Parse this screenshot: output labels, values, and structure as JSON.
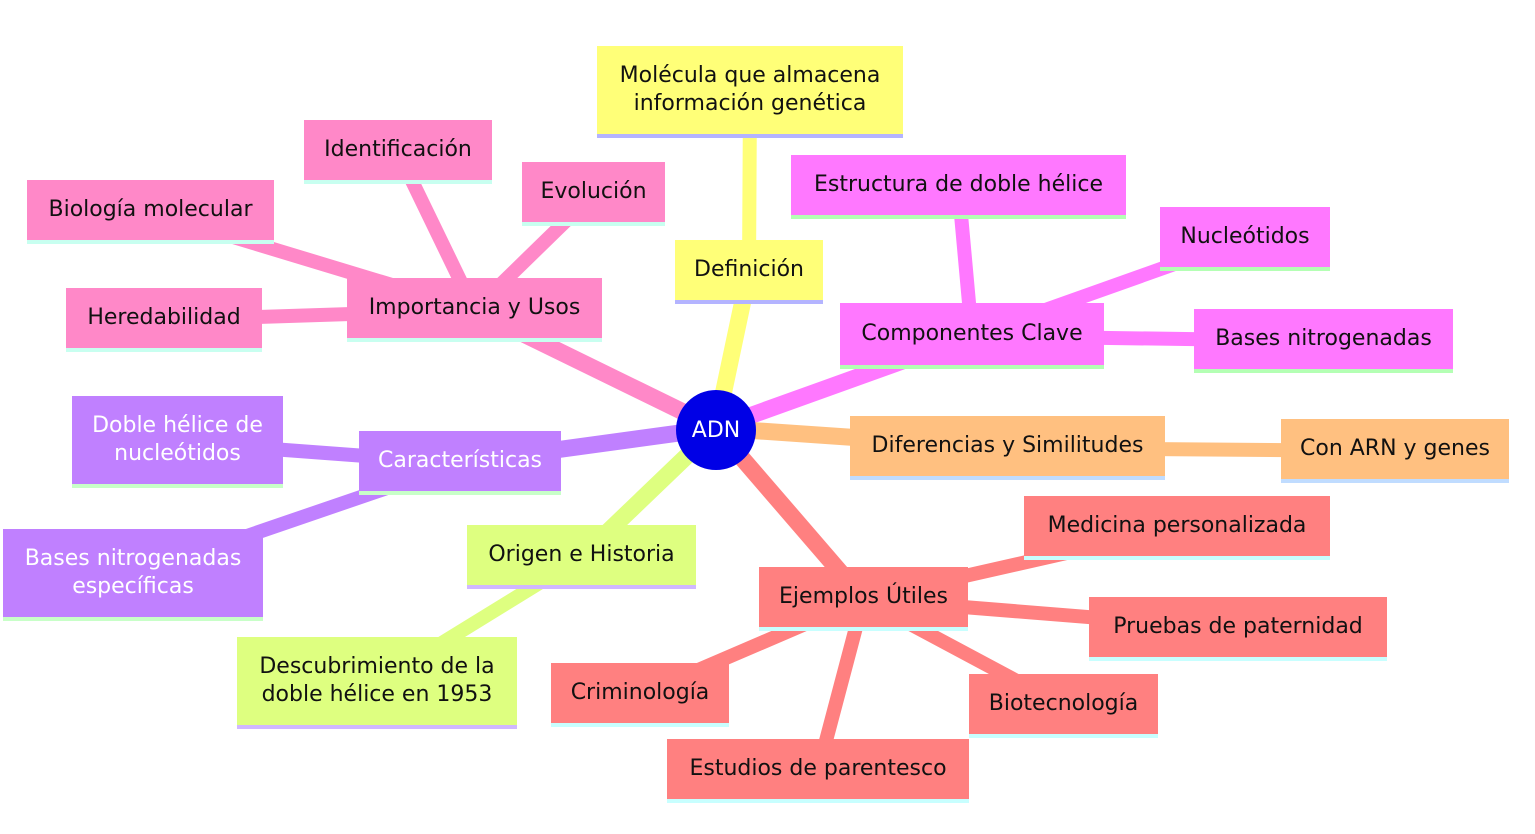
{
  "root": {
    "label": "ADN"
  },
  "nodes": [
    {
      "id": "definicion",
      "label": "Definición",
      "branch": "yellow"
    },
    {
      "id": "definicion-texto",
      "label": "Molécula que almacena\ninformación genética",
      "branch": "yellow"
    },
    {
      "id": "componentes",
      "label": "Componentes Clave",
      "branch": "magenta"
    },
    {
      "id": "estructura",
      "label": "Estructura de doble hélice",
      "branch": "magenta"
    },
    {
      "id": "nucleotidos",
      "label": "Nucleótidos",
      "branch": "magenta"
    },
    {
      "id": "bases",
      "label": "Bases nitrogenadas",
      "branch": "magenta"
    },
    {
      "id": "diferencias",
      "label": "Diferencias y Similitudes",
      "branch": "orange"
    },
    {
      "id": "arn",
      "label": "Con ARN y genes",
      "branch": "orange"
    },
    {
      "id": "ejemplos",
      "label": "Ejemplos Útiles",
      "branch": "red"
    },
    {
      "id": "medicina",
      "label": "Medicina personalizada",
      "branch": "red"
    },
    {
      "id": "paternidad",
      "label": "Pruebas de paternidad",
      "branch": "red"
    },
    {
      "id": "biotecnologia",
      "label": "Biotecnología",
      "branch": "red"
    },
    {
      "id": "parentesco",
      "label": "Estudios de parentesco",
      "branch": "red"
    },
    {
      "id": "criminologia",
      "label": "Criminología",
      "branch": "red"
    },
    {
      "id": "origen",
      "label": "Origen e Historia",
      "branch": "lime"
    },
    {
      "id": "descubrimiento",
      "label": "Descubrimiento de la\ndoble hélice en 1953",
      "branch": "lime"
    },
    {
      "id": "caracteristicas",
      "label": "Características",
      "branch": "purple"
    },
    {
      "id": "doble-helice",
      "label": "Doble hélice de\nnucleótidos",
      "branch": "purple"
    },
    {
      "id": "bases-especificas",
      "label": "Bases nitrogenadas\nespecíficas",
      "branch": "purple"
    },
    {
      "id": "importancia",
      "label": "Importancia y Usos",
      "branch": "pink"
    },
    {
      "id": "biologia",
      "label": "Biología molecular",
      "branch": "pink"
    },
    {
      "id": "identificacion",
      "label": "Identificación",
      "branch": "pink"
    },
    {
      "id": "evolucion",
      "label": "Evolución",
      "branch": "pink"
    },
    {
      "id": "heredabilidad",
      "label": "Heredabilidad",
      "branch": "pink"
    }
  ],
  "edges": [
    [
      "root",
      "definicion"
    ],
    [
      "definicion",
      "definicion-texto"
    ],
    [
      "root",
      "componentes"
    ],
    [
      "componentes",
      "estructura"
    ],
    [
      "componentes",
      "nucleotidos"
    ],
    [
      "componentes",
      "bases"
    ],
    [
      "root",
      "diferencias"
    ],
    [
      "diferencias",
      "arn"
    ],
    [
      "root",
      "ejemplos"
    ],
    [
      "ejemplos",
      "medicina"
    ],
    [
      "ejemplos",
      "paternidad"
    ],
    [
      "ejemplos",
      "biotecnologia"
    ],
    [
      "ejemplos",
      "parentesco"
    ],
    [
      "ejemplos",
      "criminologia"
    ],
    [
      "root",
      "origen"
    ],
    [
      "origen",
      "descubrimiento"
    ],
    [
      "root",
      "caracteristicas"
    ],
    [
      "caracteristicas",
      "doble-helice"
    ],
    [
      "caracteristicas",
      "bases-especificas"
    ],
    [
      "root",
      "importancia"
    ],
    [
      "importancia",
      "biologia"
    ],
    [
      "importancia",
      "identificacion"
    ],
    [
      "importancia",
      "evolucion"
    ],
    [
      "importancia",
      "heredabilidad"
    ]
  ],
  "colors": {
    "root": "#0000e6",
    "yellow": {
      "fill": "#ffff78",
      "edge": "#ffff78",
      "underline": "#b4b4ff",
      "text": "dark"
    },
    "magenta": {
      "fill": "#ff78ff",
      "edge": "#ff78ff",
      "underline": "#b4ffb4",
      "text": "dark"
    },
    "orange": {
      "fill": "#ffc080",
      "edge": "#ffc080",
      "underline": "#c0dcff",
      "text": "dark"
    },
    "red": {
      "fill": "#ff8080",
      "edge": "#ff8080",
      "underline": "#c8ffff",
      "text": "dark"
    },
    "lime": {
      "fill": "#deff80",
      "edge": "#deff80",
      "underline": "#d0b8ff",
      "text": "dark"
    },
    "purple": {
      "fill": "#c080ff",
      "edge": "#c080ff",
      "underline": "#c8ffc8",
      "text": "light"
    },
    "pink": {
      "fill": "#ff88c8",
      "edge": "#ff88c8",
      "underline": "#c8fff0",
      "text": "dark"
    }
  }
}
